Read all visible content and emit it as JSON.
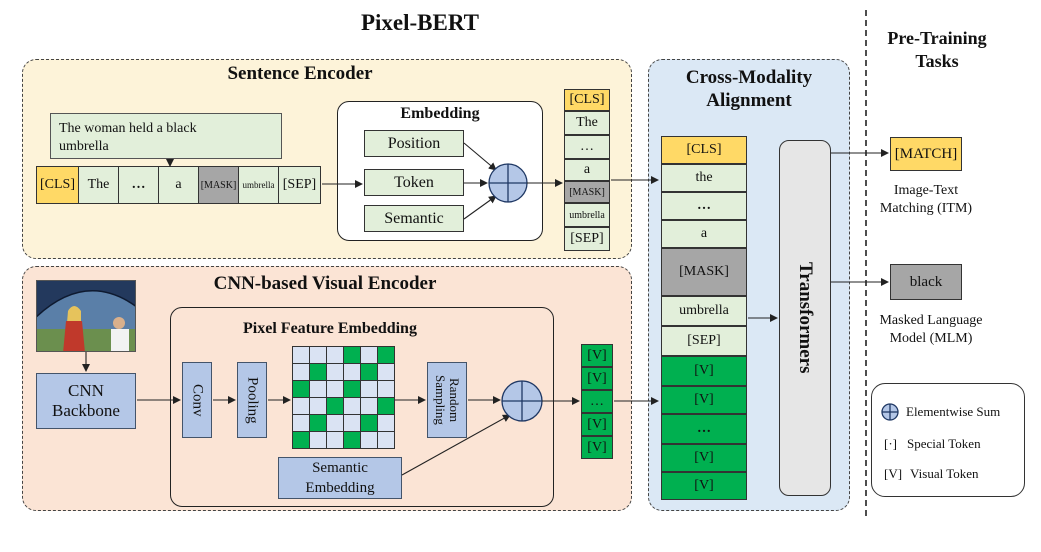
{
  "title": "Pixel-BERT",
  "pretraining": {
    "title_line1": "Pre-Training",
    "title_line2": "Tasks",
    "match_label": "[MATCH]",
    "itm_line1": "Image-Text",
    "itm_line2": "Matching (ITM)",
    "black_label": "black",
    "mlm_line1": "Masked Language",
    "mlm_line2": "Model (MLM)"
  },
  "sentence_encoder": {
    "title": "Sentence Encoder",
    "caption_line1": "The woman held a black",
    "caption_line2": "umbrella",
    "tokens": [
      "[CLS]",
      "The",
      "…",
      "a",
      "[MASK]",
      "umbrella",
      "[SEP]"
    ],
    "embedding_title": "Embedding",
    "position": "Position",
    "token": "Token",
    "semantic": "Semantic",
    "output_tokens": [
      "[CLS]",
      "The",
      "…",
      "a",
      "[MASK]",
      "umbrella",
      "[SEP]"
    ]
  },
  "visual_encoder": {
    "title": "CNN-based Visual Encoder",
    "backbone_line1": "CNN",
    "backbone_line2": "Backbone",
    "pixel_title": "Pixel Feature Embedding",
    "conv": "Conv",
    "pooling": "Pooling",
    "random_sampling": "Random Sampling",
    "semantic_line1": "Semantic",
    "semantic_line2": "Embedding",
    "output_tokens": [
      "[V]",
      "[V]",
      "…",
      "[V]",
      "[V]"
    ],
    "grid_pattern": [
      [
        0,
        0,
        0,
        1,
        0,
        1
      ],
      [
        0,
        1,
        0,
        0,
        1,
        0
      ],
      [
        1,
        0,
        0,
        1,
        0,
        0
      ],
      [
        0,
        0,
        1,
        0,
        0,
        1
      ],
      [
        0,
        1,
        0,
        0,
        1,
        0
      ],
      [
        1,
        0,
        0,
        1,
        0,
        0
      ]
    ]
  },
  "cross_modality": {
    "title_line1": "Cross-Modality",
    "title_line2": "Alignment",
    "tokens": [
      "[CLS]",
      "the",
      "…",
      "a",
      "[MASK]",
      "umbrella",
      "[SEP]",
      "[V]",
      "[V]",
      "…",
      "[V]",
      "[V]"
    ],
    "transformers": "Transformers"
  },
  "legend": {
    "sum_label": "Elementwise Sum",
    "special_symbol": "[·]",
    "special_label": "Special Token",
    "visual_symbol": "[V]",
    "visual_label": "Visual Token"
  },
  "colors": {
    "sentence_panel": "#fdf3d9",
    "visual_panel": "#fbe4d5",
    "cross_panel": "#dbe8f5",
    "cls": "#ffd966",
    "text_token": "#e2efda",
    "mask_token": "#a6a6a6",
    "visual_token": "#00b050",
    "blue_box": "#b4c7e7"
  }
}
